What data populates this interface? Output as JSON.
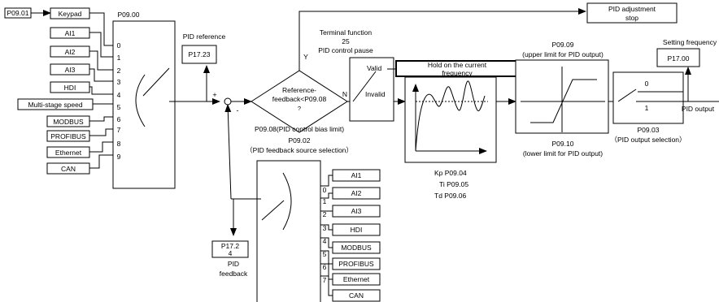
{
  "source_selector": {
    "param_tag": "P09.01",
    "block_label": "P09.00",
    "options": [
      "Keypad",
      "AI1",
      "AI2",
      "AI3",
      "HDI",
      "Multi-stage speed",
      "MODBUS",
      "PROFIBUS",
      "Ethernet",
      "CAN"
    ],
    "indices": [
      "0",
      "1",
      "2",
      "3",
      "4",
      "5",
      "6",
      "7",
      "8",
      "9"
    ]
  },
  "pid_reference": {
    "title": "PID reference",
    "param": "P17.23"
  },
  "summing_junction": {
    "plus": "+",
    "minus": "-"
  },
  "decision": {
    "line1": "Reference-",
    "line2": "feedback<P09.08",
    "mark": "?",
    "yes": "Y",
    "no": "N",
    "bias_note": "P09.08(PID control bias limit)"
  },
  "terminal_function": {
    "line1": "Terminal function",
    "line2": "25",
    "line3": "PID control pause"
  },
  "pid_stop": {
    "line1": "PID adjustment",
    "line2": "stop"
  },
  "valid_switch": {
    "valid": "Valid",
    "invalid": "Invalid"
  },
  "hold_box": {
    "line1": "Hold on the current",
    "line2": "frequency"
  },
  "pid_params": {
    "kp": "Kp P09.04",
    "ti": "Ti  P09.05",
    "td": "Td P09.06"
  },
  "limiter": {
    "upper_param": "P09.09",
    "upper_desc": "(upper limit for PID output)",
    "lower_param": "P09.10",
    "lower_desc": "(lower limit for PID output)"
  },
  "output_selector": {
    "pos0": "0",
    "pos1": "1",
    "param": "P09.03",
    "desc": "（PID output selection）",
    "output_label": "PID output"
  },
  "setting_frequency": {
    "title": "Setting frequency",
    "param": "P17.00"
  },
  "feedback_selector": {
    "param": "P09.02",
    "desc": "（PID feedback source selection）",
    "options": [
      "AI1",
      "AI2",
      "AI3",
      "HDI",
      "MODBUS",
      "PROFIBUS",
      "Ethernet",
      "CAN"
    ],
    "indices": [
      "0",
      "1",
      "2",
      "3",
      "4",
      "5",
      "6",
      "7"
    ]
  },
  "pid_feedback": {
    "param_line1": "P17.2",
    "param_line2": "4",
    "label_line1": "PID",
    "label_line2": "feedback"
  }
}
